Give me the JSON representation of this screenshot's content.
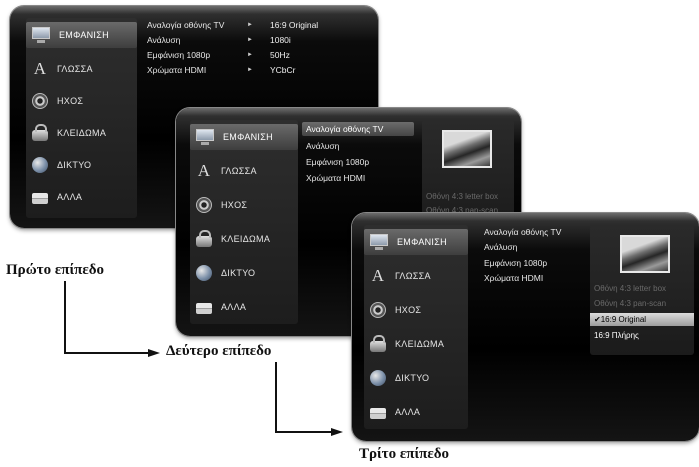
{
  "menu": [
    {
      "label": "ΕΜΦΑΝΙΣΗ",
      "icon": "monitor-icon"
    },
    {
      "label": "ΓΛΩΣΣΑ",
      "icon": "letter-a-icon"
    },
    {
      "label": "ΗΧΟΣ",
      "icon": "speaker-icon"
    },
    {
      "label": "ΚΛΕΙΔΩΜΑ",
      "icon": "lock-icon"
    },
    {
      "label": "ΔΙΚΤΥΟ",
      "icon": "globe-icon"
    },
    {
      "label": "ΑΛΛΑ",
      "icon": "box-icon"
    }
  ],
  "level1": {
    "settings": [
      {
        "label": "Αναλογία οθόνης TV",
        "value": "16:9 Original"
      },
      {
        "label": "Ανάλυση",
        "value": "1080i"
      },
      {
        "label": "Εμφάνιση 1080p",
        "value": "50Hz"
      },
      {
        "label": "Χρώματα HDMI",
        "value": "YCbCr"
      }
    ],
    "arrow": "►"
  },
  "level2": {
    "settings": [
      "Αναλογία οθόνης TV",
      "Ανάλυση",
      "Εμφάνιση 1080p",
      "Χρώματα HDMI"
    ],
    "options_dim": [
      "Οθόνη 4:3 letter box",
      "Οθόνη 4:3 pan-scan"
    ]
  },
  "level3": {
    "settings": [
      "Αναλογία οθόνης TV",
      "Ανάλυση",
      "Εμφάνιση 1080p",
      "Χρώματα HDMI"
    ],
    "options_dim": [
      "Οθόνη 4:3 letter box",
      "Οθόνη 4:3 pan-scan"
    ],
    "option_selected": "✔16:9 Original",
    "option_other": "16:9 Πλήρης"
  },
  "captions": {
    "first": "Πρώτο επίπεδο",
    "second": "Δεύτερο επίπεδο",
    "third": "Τρίτο επίπεδο"
  }
}
